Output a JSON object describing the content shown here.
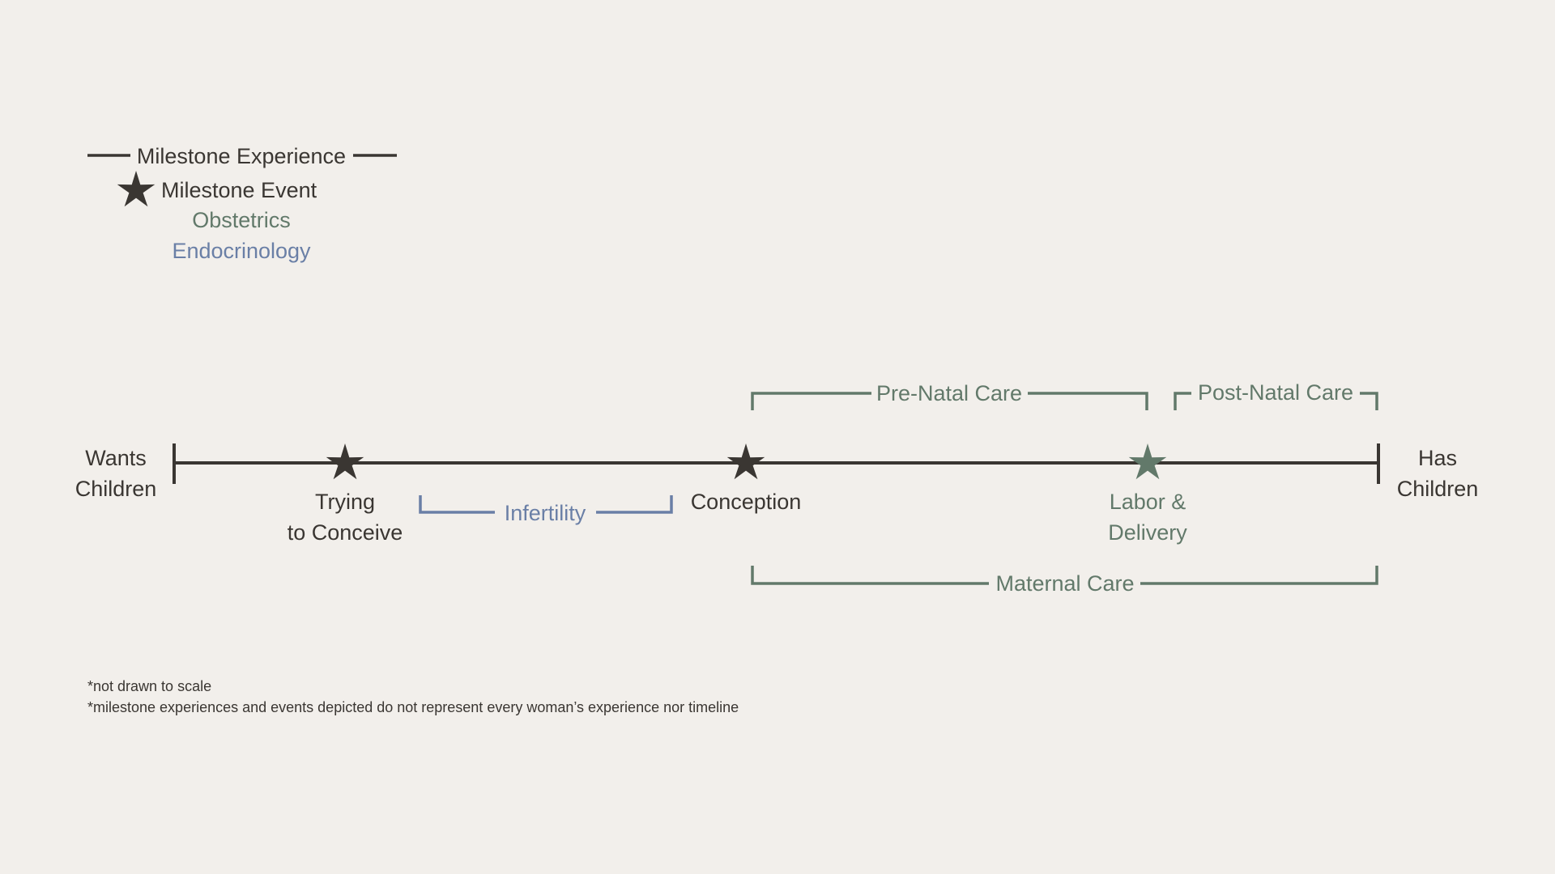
{
  "colors": {
    "dark": "#3a3632",
    "obstetrics": "#62796a",
    "endocrinology": "#6a7fa6",
    "background": "#f2efeb"
  },
  "legend": {
    "experience_label": "Milestone Experience",
    "event_label": "Milestone Event",
    "obstetrics_label": "Obstetrics",
    "endocrinology_label": "Endocrinology"
  },
  "timeline": {
    "start_label_line1": "Wants",
    "start_label_line2": "Children",
    "end_label_line1": "Has",
    "end_label_line2": "Children",
    "events": [
      {
        "line1": "Trying",
        "line2": "to Conceive",
        "category": "general",
        "icon": "star-icon"
      },
      {
        "line1": "Conception",
        "line2": "",
        "category": "general",
        "icon": "star-icon"
      },
      {
        "line1": "Labor &",
        "line2": "Delivery",
        "category": "obstetrics",
        "icon": "star-icon"
      }
    ],
    "experiences": [
      {
        "label": "Infertility",
        "category": "endocrinology"
      },
      {
        "label": "Pre-Natal Care",
        "category": "obstetrics"
      },
      {
        "label": "Post-Natal Care",
        "category": "obstetrics"
      },
      {
        "label": "Maternal Care",
        "category": "obstetrics"
      }
    ]
  },
  "notes": {
    "line1": "*not drawn to scale",
    "line2": "*milestone experiences and events depicted do not represent every woman’s experience nor timeline"
  }
}
